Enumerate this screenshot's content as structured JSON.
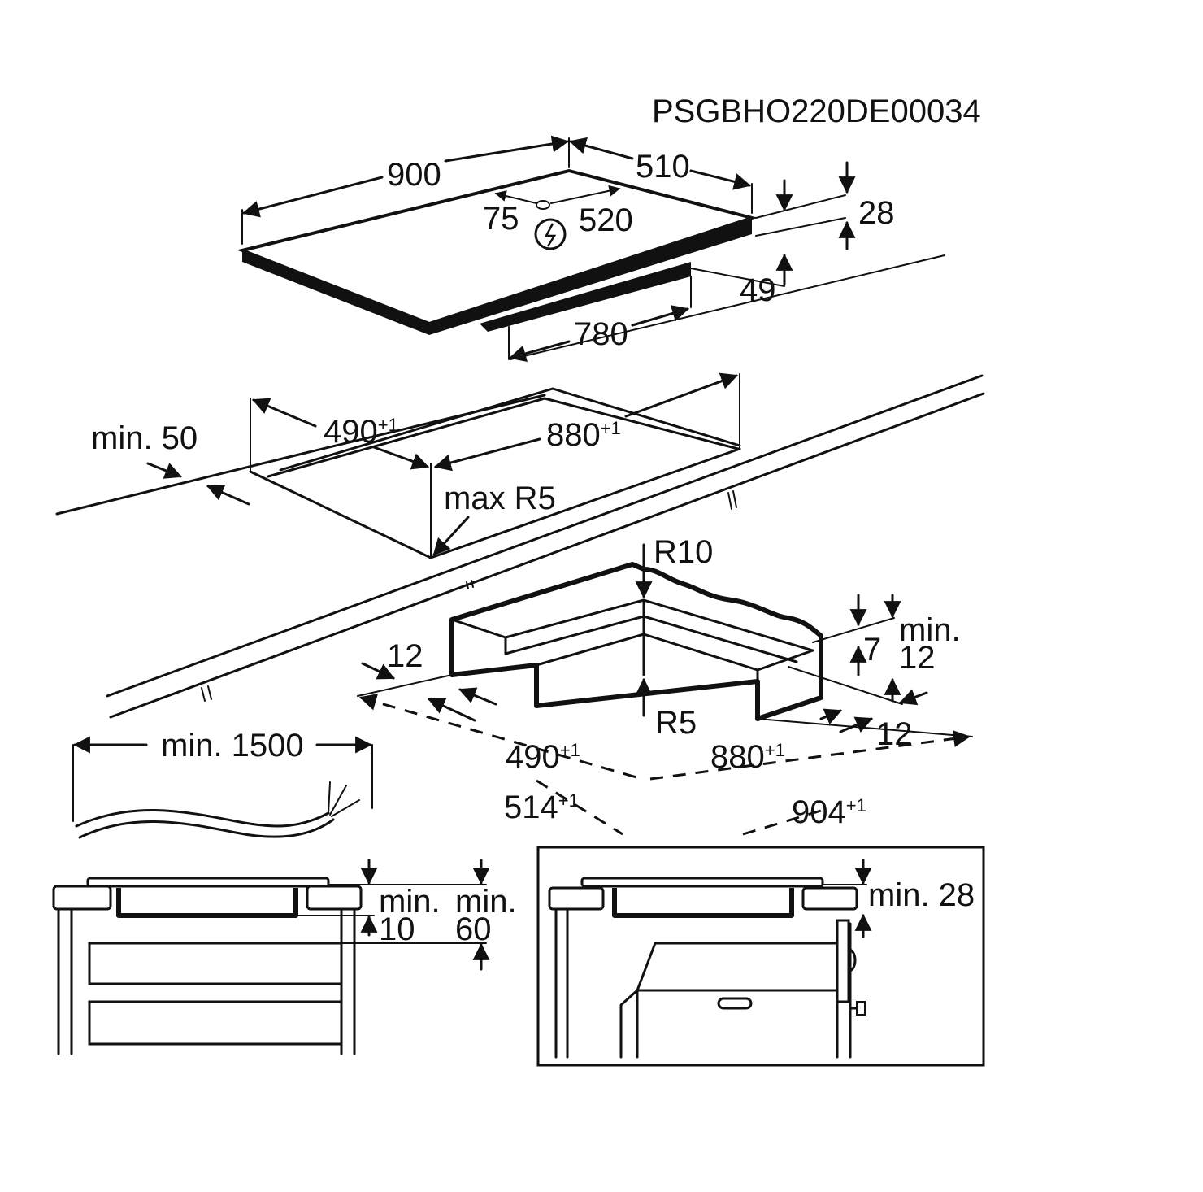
{
  "code": "PSGBHO220DE00034",
  "hob": {
    "width": "900",
    "depth": "510",
    "offset_left": "75",
    "offset_right": "520",
    "thickness": "28",
    "underside_depth": "49",
    "underside_width": "780"
  },
  "cutout": {
    "min_edge": "min. 50",
    "depth": "490",
    "depth_tol": "+1",
    "width": "880",
    "width_tol": "+1",
    "radius": "max R5"
  },
  "frame": {
    "radius_top": "R10",
    "radius_bottom": "R5",
    "edge_left": "12",
    "edge_right": "12",
    "rebate": "7",
    "min_label": "min.",
    "min_value": "12",
    "inner_depth": "490",
    "inner_depth_tol": "+1",
    "inner_width": "880",
    "inner_width_tol": "+1",
    "outer_depth": "514",
    "outer_depth_tol": "+1",
    "outer_width": "904",
    "outer_width_tol": "+1"
  },
  "cable": {
    "length": "min. 1500"
  },
  "install_drawers": {
    "gap_label": "min.",
    "gap_value": "10",
    "clearance_label": "min.",
    "clearance_value": "60"
  },
  "install_oven": {
    "clearance": "min. 28"
  },
  "symbol": {
    "electrical": "lightning-in-circle"
  }
}
